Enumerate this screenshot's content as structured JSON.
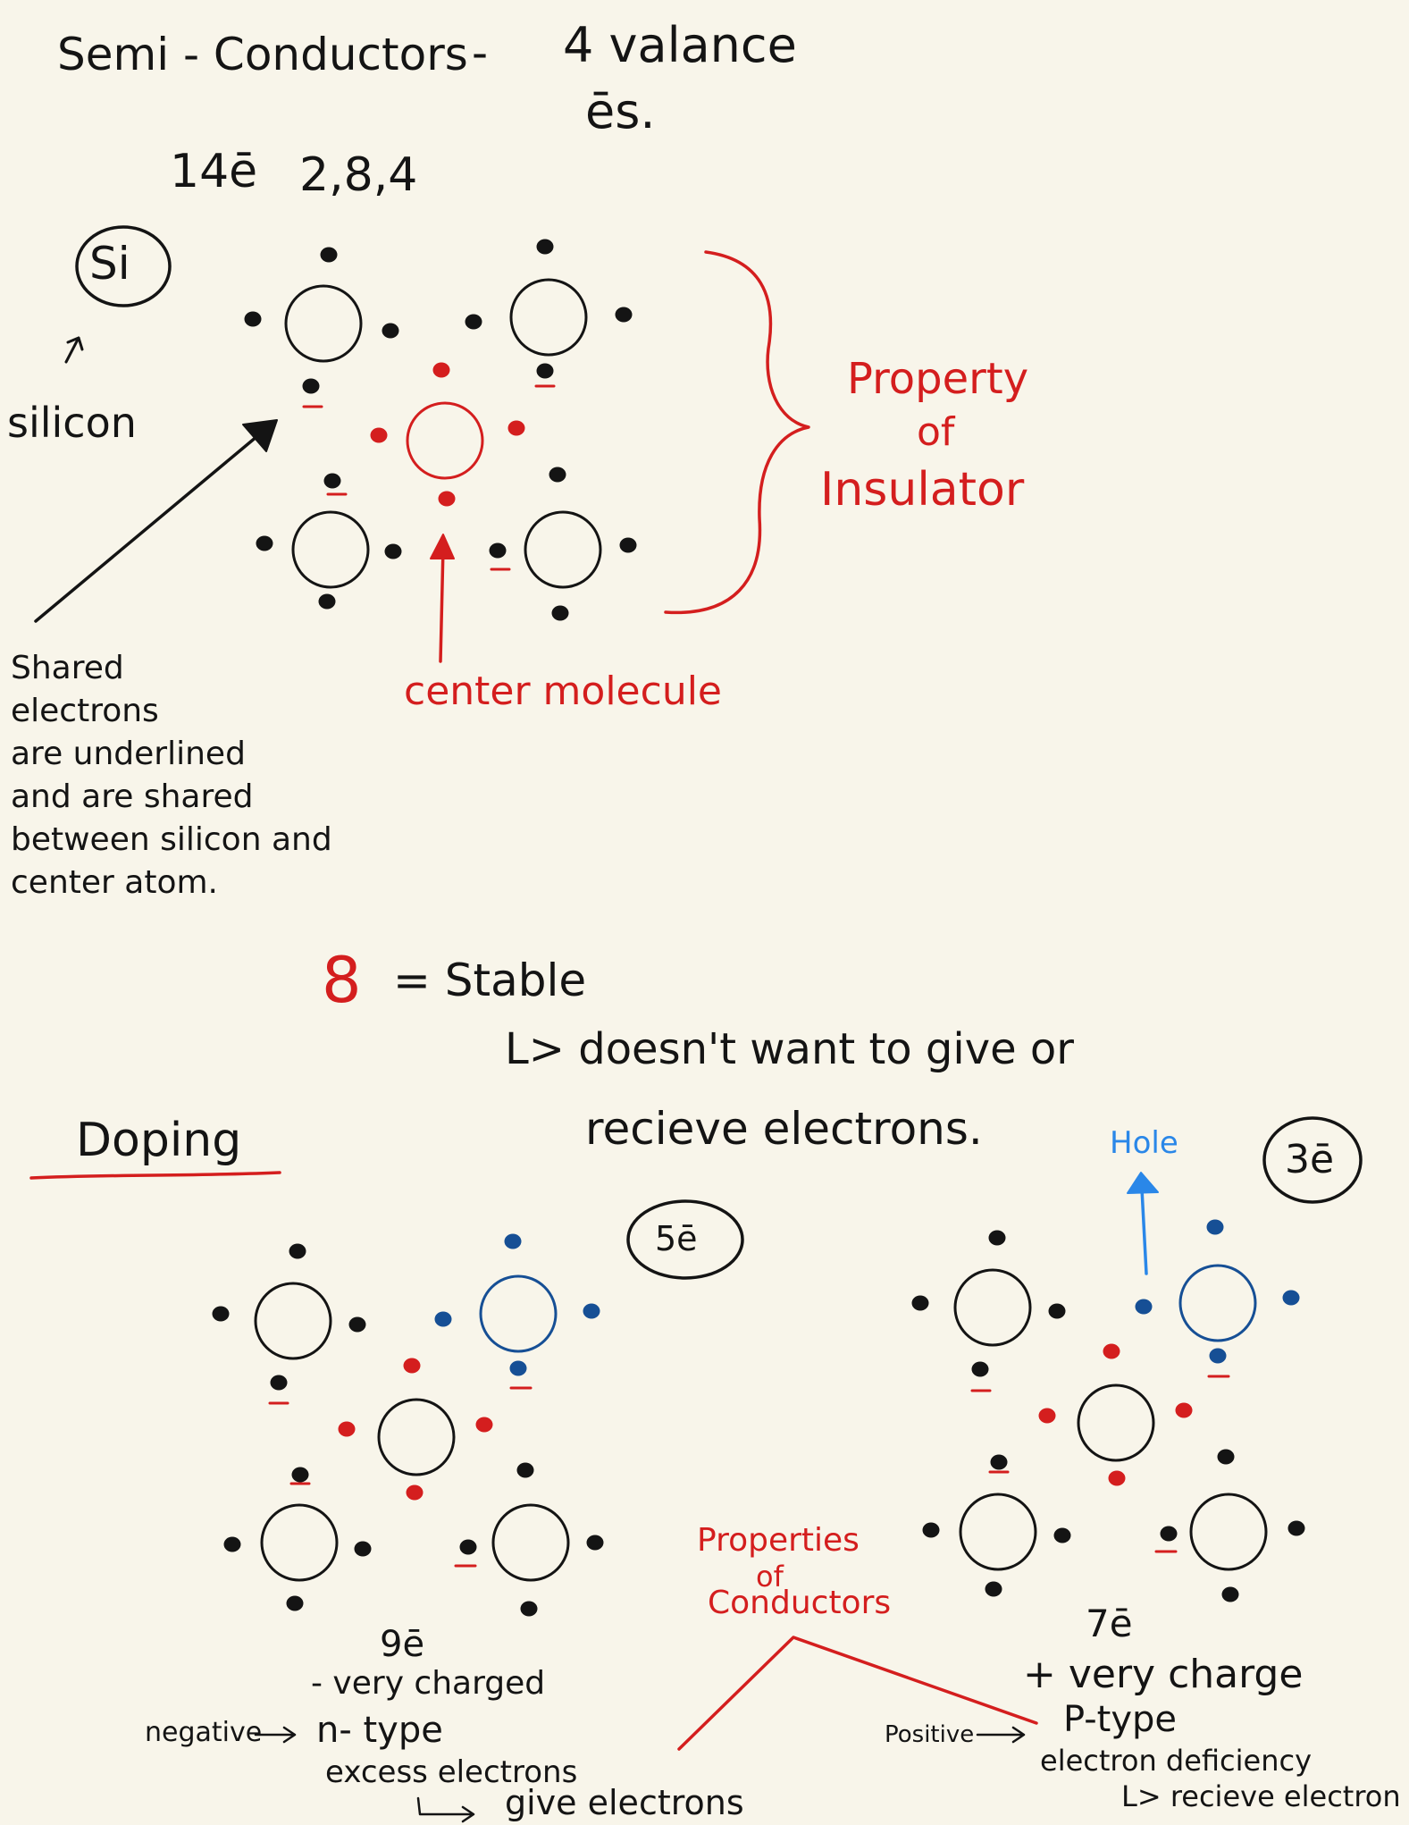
{
  "title": {
    "main": "Semi - Conductors",
    "dash": "-",
    "valance_line1": "4 valance",
    "valance_line2": "ēs.",
    "config_count": "14ē",
    "config_shells": "2,8,4"
  },
  "silicon": {
    "symbol": "Si",
    "label": "silicon",
    "shared_note": [
      "Shared",
      "electrons",
      "are underlined",
      "and are shared",
      "between silicon and",
      "center atom."
    ]
  },
  "insulator": {
    "property_line1": "Property",
    "property_line2": "of",
    "property_line3": "Insulator",
    "center_label": "center molecule"
  },
  "stability": {
    "eight": "8",
    "equals_stable": "= Stable",
    "arrow_line1": "L> doesn't want to give or",
    "arrow_line2": "recieve electrons."
  },
  "doping": {
    "heading": "Doping",
    "n_type": {
      "badge": "5ē",
      "total": "9ē",
      "charge": "- very charged",
      "sign": "negative",
      "type": "n- type",
      "desc": "excess electrons",
      "result": "give electrons"
    },
    "p_type": {
      "badge": "3ē",
      "hole": "Hole",
      "total": "7ē",
      "charge": "+ very charge",
      "sign": "Positive",
      "type": "P-type",
      "desc": "electron deficiency",
      "result": "L> recieve electron"
    },
    "conductors_line1": "Properties",
    "conductors_line2": "of",
    "conductors_line3": "Conductors"
  },
  "colors": {
    "ink": "#141414",
    "red": "#d41e1e",
    "blue_ink": "#2a87e8",
    "dopant_blue": "#164f95",
    "paper": "#f8f5ea"
  }
}
